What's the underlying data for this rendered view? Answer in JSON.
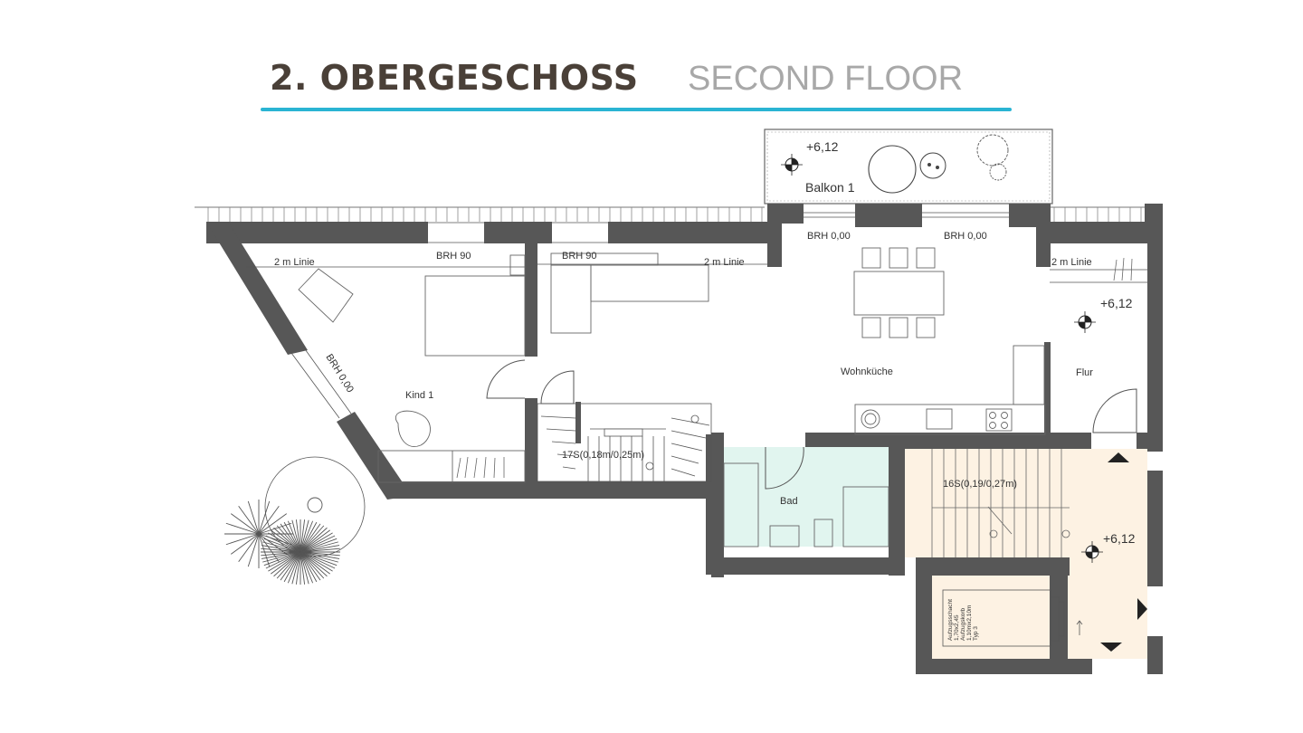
{
  "header": {
    "title_de": "2. OBERGESCHOSS",
    "title_en": "SECOND FLOOR"
  },
  "colors": {
    "accent_line": "#2ab4d3",
    "wall": "#575757",
    "bathroom_fill": "#e1f5ef",
    "stair_hall_fill": "#fdf2e3"
  },
  "plan": {
    "rooms": {
      "balkon": "Balkon 1",
      "kind": "Kind 1",
      "wohnkueche": "Wohnküche",
      "flur": "Flur",
      "bad": "Bad"
    },
    "levels": {
      "balkon": "+6,12",
      "flur": "+6,12",
      "stairhall": "+6,12"
    },
    "labels": {
      "brh_balcony_left": "BRH 0,00",
      "brh_balcony_right": "BRH 0,00",
      "brh_kind_top": "BRH 90",
      "brh_wohn_top": "BRH 90",
      "brh_kind_diag": "BRH 0,00",
      "linie_kind": "2 m Linie",
      "linie_wohn": "2 m Linie",
      "linie_flur": "2 m Linie",
      "stair_internal": "17S(0,18m/0,25m)",
      "stair_main": "16S(0,19/0,27m)"
    },
    "elevator": {
      "line1": "Aufzugsschacht",
      "line2": "1,70x2,45",
      "line3": "Aufzugskorb",
      "line4": "1,10mx2,10m",
      "line5": "Typ 3"
    }
  }
}
